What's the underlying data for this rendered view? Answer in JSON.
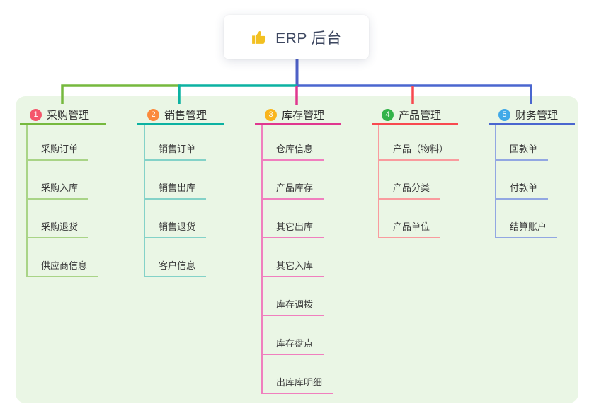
{
  "root": {
    "label": "ERP 后台",
    "icon": "thumbs-up",
    "icon_color": "#f2c021",
    "connector_color": "#4e60c6"
  },
  "panel": {
    "background": "#eaf6e5"
  },
  "branches": [
    {
      "number": "1",
      "label": "采购管理",
      "badge_color": "#f4566b",
      "line_color": "#76b93e",
      "sub_line_color": "#a9d487",
      "items": [
        "采购订单",
        "采购入库",
        "采购退货",
        "供应商信息"
      ]
    },
    {
      "number": "2",
      "label": "销售管理",
      "badge_color": "#fb8a3d",
      "line_color": "#0cb2a2",
      "sub_line_color": "#84d2c8",
      "items": [
        "销售订单",
        "销售出库",
        "销售退货",
        "客户信息"
      ]
    },
    {
      "number": "3",
      "label": "库存管理",
      "badge_color": "#f9b51d",
      "line_color": "#e0378f",
      "sub_line_color": "#f07fbe",
      "items": [
        "仓库信息",
        "产品库存",
        "其它出库",
        "其它入库",
        "库存调拨",
        "库存盘点",
        "出库库明细"
      ]
    },
    {
      "number": "4",
      "label": "产品管理",
      "badge_color": "#33b34a",
      "line_color": "#f8494f",
      "sub_line_color": "#f99b9e",
      "items": [
        "产品（物料）",
        "产品分类",
        "产品单位"
      ]
    },
    {
      "number": "5",
      "label": "财务管理",
      "badge_color": "#41a9e8",
      "line_color": "#4a66cf",
      "sub_line_color": "#92a7e2",
      "items": [
        "回款单",
        "付款单",
        "结算账户"
      ]
    }
  ]
}
